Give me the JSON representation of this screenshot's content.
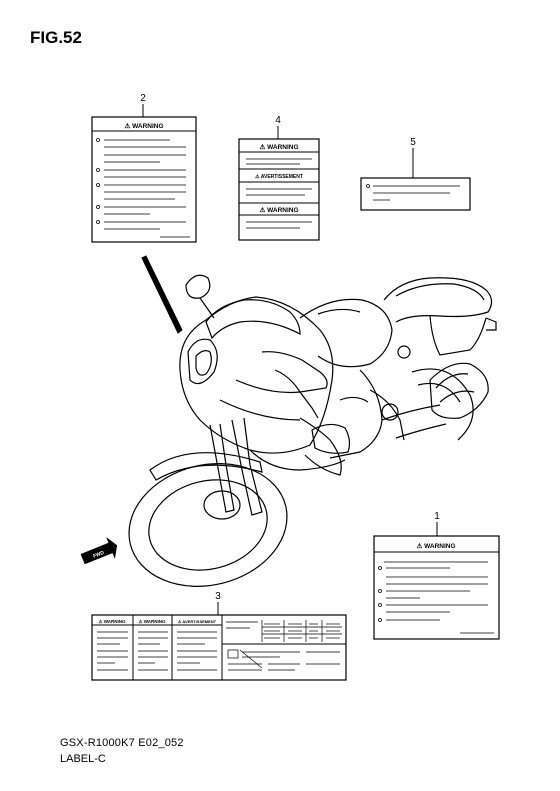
{
  "figure": {
    "title": "FIG.52",
    "model_code": "GSX-R1000K7  E02_052",
    "section": "LABEL-C"
  },
  "callouts": [
    {
      "number": "1",
      "part": "label-1"
    },
    {
      "number": "2",
      "part": "label-2"
    },
    {
      "number": "3",
      "part": "label-3"
    },
    {
      "number": "4",
      "part": "label-4"
    },
    {
      "number": "5",
      "part": "label-5"
    }
  ],
  "labels": {
    "warning": "⚠ WARNING",
    "warning_small": "⚠ WARNING",
    "avertissement": "⚠ AVERTISSEMENT",
    "fwd": "FWD"
  },
  "colors": {
    "line": "#000000",
    "background": "#ffffff"
  }
}
